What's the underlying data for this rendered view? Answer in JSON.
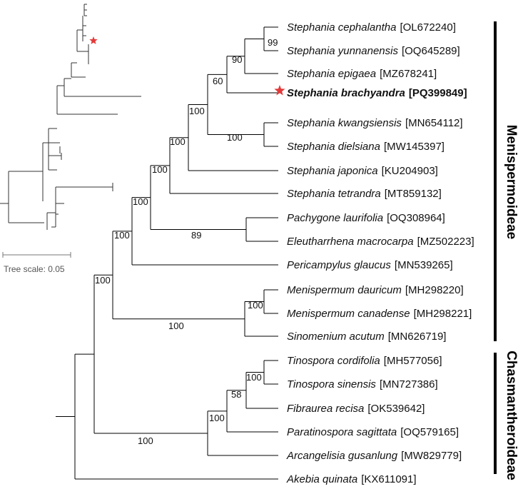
{
  "tree": {
    "taxa": [
      {
        "species": "Stephania cephalantha",
        "accession": "[OL672240]",
        "highlight": false
      },
      {
        "species": "Stephania yunnanensis",
        "accession": "[OQ645289]",
        "highlight": false
      },
      {
        "species": "Stephania epigaea",
        "accession": "[MZ678241]",
        "highlight": false
      },
      {
        "species": "Stephania brachyandra",
        "accession": "[PQ399849]",
        "highlight": true
      },
      {
        "species": "Stephania kwangsiensis",
        "accession": "[MN654112]",
        "highlight": false
      },
      {
        "species": "Stephania dielsiana",
        "accession": "[MW145397]",
        "highlight": false
      },
      {
        "species": "Stephania japonica",
        "accession": "[KU204903]",
        "highlight": false
      },
      {
        "species": "Stephania tetrandra",
        "accession": "[MT859132]",
        "highlight": false
      },
      {
        "species": "Pachygone laurifolia",
        "accession": "[OQ308964]",
        "highlight": false
      },
      {
        "species": "Eleutharrhena macrocarpa",
        "accession": "[MZ502223]",
        "highlight": false
      },
      {
        "species": "Pericampylus glaucus",
        "accession": "[MN539265]",
        "highlight": false
      },
      {
        "species": "Menispermum dauricum",
        "accession": "[MH298220]",
        "highlight": false
      },
      {
        "species": "Menispermum canadense",
        "accession": "[MH298221]",
        "highlight": false
      },
      {
        "species": "Sinomenium acutum",
        "accession": "[MN626719]",
        "highlight": false
      },
      {
        "species": "Tinospora cordifolia",
        "accession": "[MH577056]",
        "highlight": false
      },
      {
        "species": "Tinospora sinensis",
        "accession": "[MN727386]",
        "highlight": false
      },
      {
        "species": "Fibraurea recisa",
        "accession": "[OK539642]",
        "highlight": false
      },
      {
        "species": "Paratinospora sagittata",
        "accession": "[OQ579165]",
        "highlight": false
      },
      {
        "species": "Arcangelisia gusanlung",
        "accession": "[MW829779]",
        "highlight": false
      },
      {
        "species": "Akebia quinata",
        "accession": "[KX611091]",
        "highlight": false
      }
    ],
    "supports": [
      "99",
      "90",
      "60",
      "100",
      "100",
      "100",
      "100",
      "89",
      "100",
      "100",
      "100",
      "100",
      "100",
      "100",
      "58",
      "100",
      "100"
    ],
    "clades": [
      "Menispermoideae",
      "Chasmantheroideae"
    ],
    "scale_label": "Tree scale: 0.05",
    "colors": {
      "line": "#000000",
      "marker": "#e23a3a",
      "thumb_line": "#333333"
    }
  }
}
